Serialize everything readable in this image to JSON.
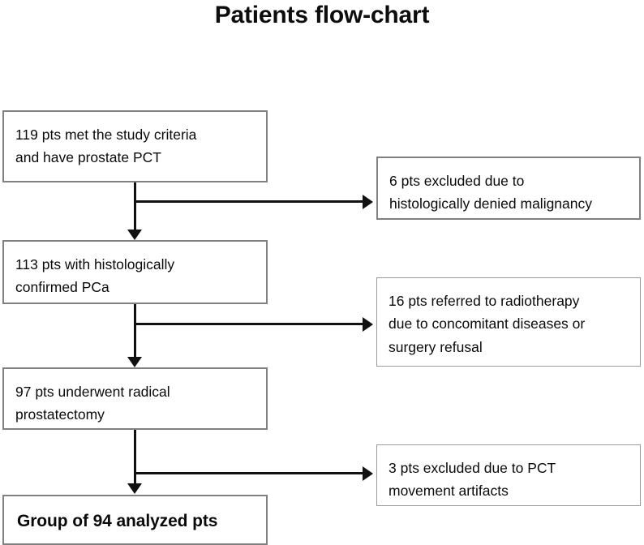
{
  "title": "Patients flow-chart",
  "colors": {
    "box_border": "#808080",
    "connector": "#111111",
    "text": "#0a0a0a",
    "background": "#ffffff"
  },
  "main_flow": [
    {
      "id": "enrolled",
      "text": "119 pts met the study criteria\nand have prostate PCT",
      "count": 119,
      "emphasis": false
    },
    {
      "id": "confirmed",
      "text": "113 pts with histologically\nconfirmed PCa",
      "count": 113,
      "emphasis": false
    },
    {
      "id": "prostatectomy",
      "text": "97 pts underwent radical\nprostatectomy",
      "count": 97,
      "emphasis": false
    },
    {
      "id": "analyzed",
      "text": "Group of 94 analyzed pts",
      "count": 94,
      "emphasis": true
    }
  ],
  "exclusions": [
    {
      "id": "excluded-malignancy",
      "text": "6 pts excluded due to\nhistologically denied malignancy",
      "count": 6
    },
    {
      "id": "excluded-radiotherapy",
      "text": "16 pts referred to radiotherapy\ndue to concomitant diseases or\nsurgery refusal",
      "count": 16
    },
    {
      "id": "excluded-artifacts",
      "text": "3 pts excluded due to PCT\nmovement artifacts",
      "count": 3
    }
  ]
}
